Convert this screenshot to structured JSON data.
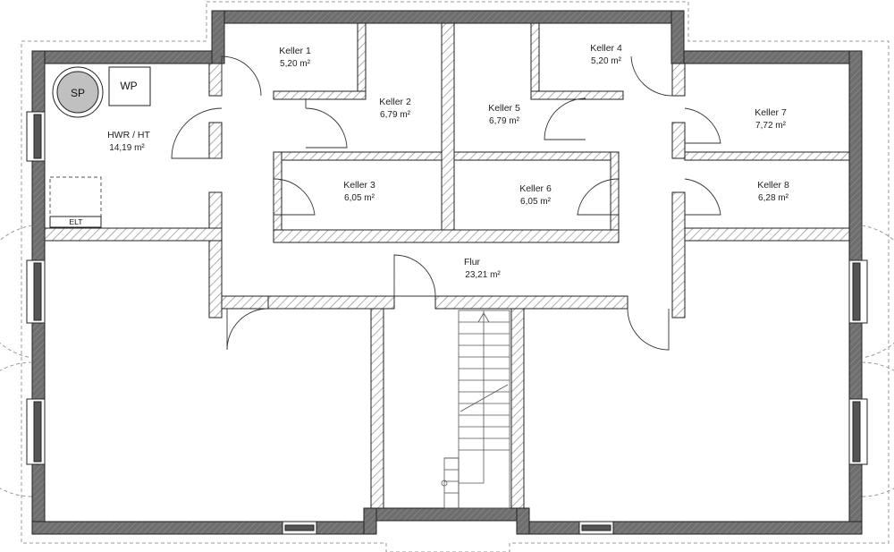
{
  "rooms": [
    {
      "id": "hwr",
      "name": "HWR / HT",
      "area": "14,19 m²"
    },
    {
      "id": "keller1",
      "name": "Keller 1",
      "area": "5,20 m²"
    },
    {
      "id": "keller2",
      "name": "Keller 2",
      "area": "6,79 m²"
    },
    {
      "id": "keller3",
      "name": "Keller 3",
      "area": "6,05 m²"
    },
    {
      "id": "keller4",
      "name": "Keller 4",
      "area": "5,20 m²"
    },
    {
      "id": "keller5",
      "name": "Keller 5",
      "area": "6,79 m²"
    },
    {
      "id": "keller6",
      "name": "Keller 6",
      "area": "6,05 m²"
    },
    {
      "id": "keller7",
      "name": "Keller 7",
      "area": "7,72 m²"
    },
    {
      "id": "keller8",
      "name": "Keller 8",
      "area": "6,28 m²"
    },
    {
      "id": "flur",
      "name": "Flur",
      "area": "23,21 m²"
    }
  ],
  "equipment": {
    "storage_tank": "SP",
    "heat_pump": "WP",
    "electrical": "ELT"
  },
  "colors": {
    "wall_fill": "#6b6b6b",
    "inner_wall_hatch": "#9a9a9a",
    "line": "#222222",
    "tank_fill": "#bdbdbd"
  }
}
